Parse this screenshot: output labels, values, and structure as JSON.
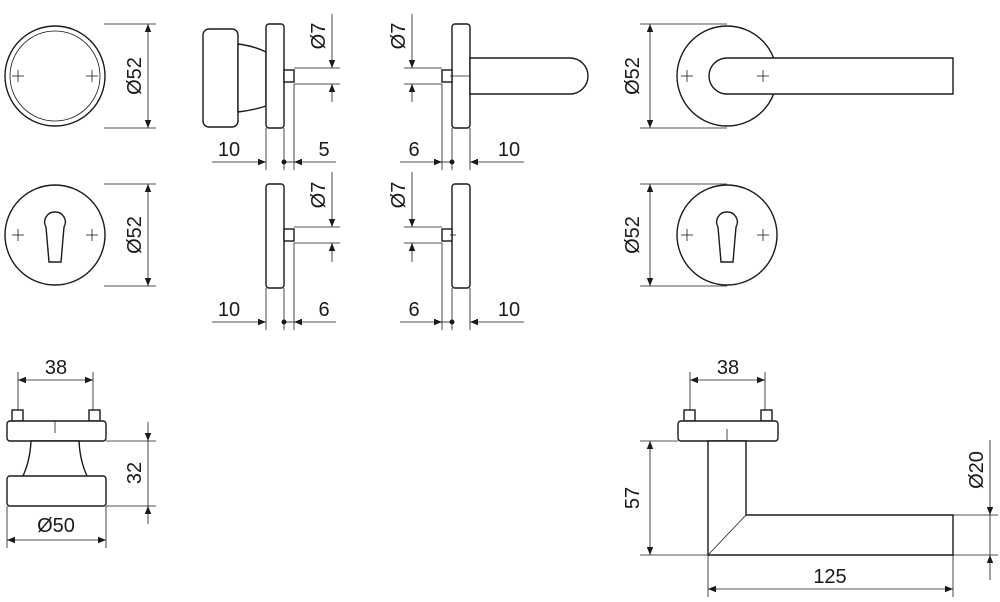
{
  "colors": {
    "ink": "#1a1a1a",
    "paper": "#ffffff"
  },
  "dimensions": {
    "rose_knob_top_diameter": "Ø52",
    "knob_side_pin_diameter": "Ø7",
    "knob_side_depth": "10",
    "knob_side_gap": "5",
    "lever_side_pin_diameter": "Ø7",
    "lever_side_gap": "6",
    "lever_side_depth": "10",
    "lever_rose_top_diameter": "Ø52",
    "escutcheon_left_diameter": "Ø52",
    "escutcheon_side_left_pin_diameter": "Ø7",
    "escutcheon_side_left_depth": "10",
    "escutcheon_side_left_gap": "6",
    "escutcheon_side_right_pin_diameter": "Ø7",
    "escutcheon_side_right_gap": "6",
    "escutcheon_side_right_depth": "10",
    "escutcheon_right_diameter": "Ø52",
    "knob_plan_width": "38",
    "knob_plan_height": "32",
    "knob_plan_diameter": "Ø50",
    "lever_plan_width": "38",
    "lever_plan_height": "57",
    "lever_plan_diameter": "Ø20",
    "lever_plan_length": "125"
  }
}
